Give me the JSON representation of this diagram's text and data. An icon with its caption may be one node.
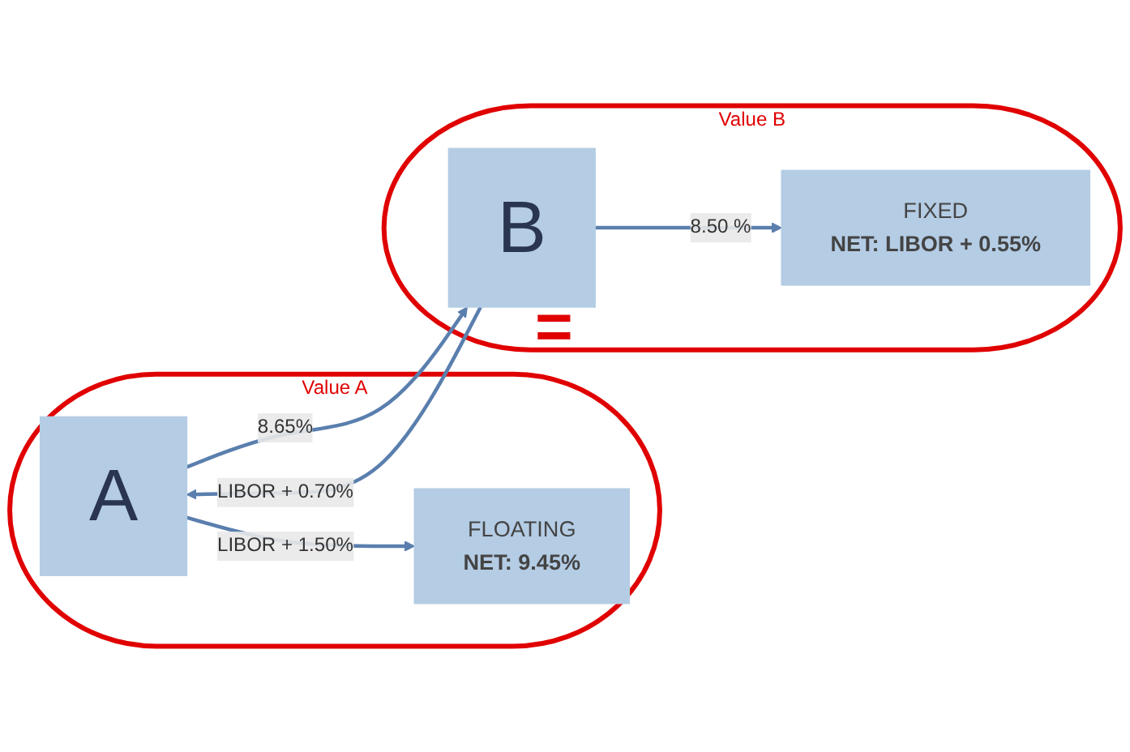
{
  "diagram": {
    "nodes": [
      {
        "text": [
          "Value A"
        ]
      },
      {
        "text": [
          "A"
        ],
        "in": 0
      },
      {
        "text": [
          "FLOATING",
          "NET: 9.45%"
        ],
        "in": 0
      },
      {
        "text": [
          "Value B"
        ]
      },
      {
        "text": [
          "B"
        ],
        "in": 3
      },
      {
        "text": [
          "FIXED",
          "NET: LIBOR + 0.55%"
        ],
        "in": 3
      }
    ],
    "edges": [
      {
        "from": 1,
        "to": 4,
        "arrow": "to",
        "label": "8.65%"
      },
      {
        "from": 4,
        "to": 1,
        "arrow": "to",
        "label": "LIBOR + 0.70%"
      },
      {
        "from": 1,
        "to": 2,
        "arrow": "to",
        "label": "LIBOR + 1.50%"
      },
      {
        "from": 4,
        "to": 5,
        "arrow": "to",
        "label": "8.50 %"
      }
    ],
    "labels": [
      "="
    ]
  }
}
